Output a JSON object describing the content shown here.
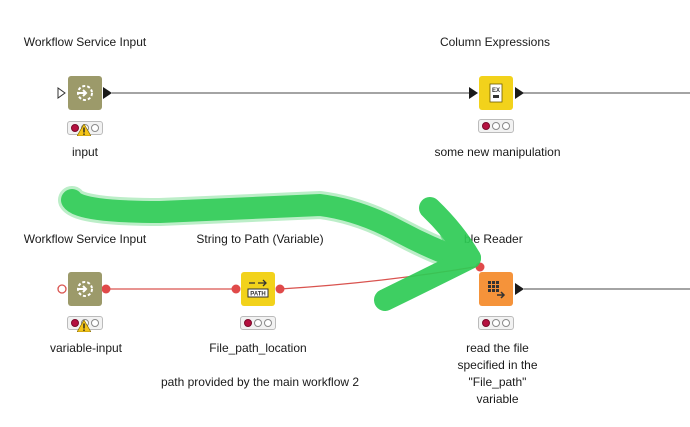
{
  "colors": {
    "data_connection": "#333333",
    "variable_connection": "#d9534f",
    "service_node": "#9c9a6a",
    "manipulator_node": "#f2d21b",
    "source_node": "#f5933a",
    "annotation_arrow": "#2ecc55"
  },
  "nodes": {
    "wsi_input": {
      "title": "Workflow Service Input",
      "label": "input",
      "icon": "service-input-icon",
      "status": "red-warning"
    },
    "column_expressions": {
      "title": "Column Expressions",
      "label": "some new manipulation",
      "icon": "expression-icon",
      "status": "red"
    },
    "wsi_variable": {
      "title": "Workflow Service Input",
      "label": "variable-input",
      "icon": "service-input-icon",
      "status": "red-warning"
    },
    "string_to_path": {
      "title": "String to Path (Variable)",
      "label": "File_path_location",
      "icon": "path-icon",
      "status": "red"
    },
    "table_reader": {
      "title": "ble Reader",
      "label_lines": [
        "read the file",
        "specified in the",
        "\"File_path\"",
        "variable"
      ],
      "icon": "table-reader-icon",
      "status": "red"
    }
  },
  "annotation": {
    "text": "path provided by the main workflow 2"
  },
  "icon_labels": {
    "ex": "EX",
    "path": "PATH"
  }
}
